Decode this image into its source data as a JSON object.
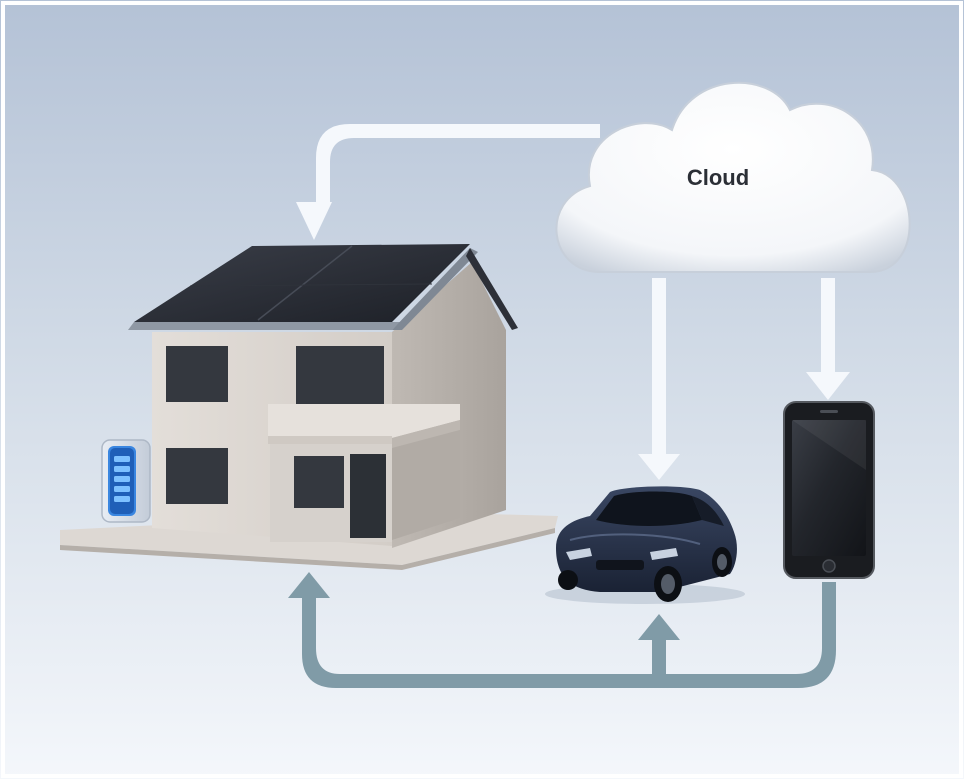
{
  "diagram": {
    "cloud": {
      "label": "Cloud"
    },
    "nodes": [
      {
        "id": "cloud",
        "icon": "cloud-icon"
      },
      {
        "id": "house",
        "icon": "house-with-solar-panels-icon"
      },
      {
        "id": "home-battery",
        "icon": "battery-icon"
      },
      {
        "id": "car",
        "icon": "car-icon"
      },
      {
        "id": "smartphone",
        "icon": "smartphone-icon"
      }
    ],
    "connections": [
      {
        "from": "cloud",
        "to": "house"
      },
      {
        "from": "cloud",
        "to": "car"
      },
      {
        "from": "cloud",
        "to": "smartphone"
      },
      {
        "from": "smartphone",
        "to": "house"
      },
      {
        "from": "smartphone",
        "to": "car"
      }
    ]
  },
  "colors": {
    "background_top": "#b4c2d6",
    "background_bottom": "#f4f7fb",
    "cloud_arrows": "#f5f8fc",
    "phone_arrows": "#809ba7",
    "solar_panel": "#22252d",
    "house_wall": "#d9d4cf",
    "window": "#34383f",
    "car_body": "#222d42",
    "battery_accent": "#3a86e0"
  }
}
